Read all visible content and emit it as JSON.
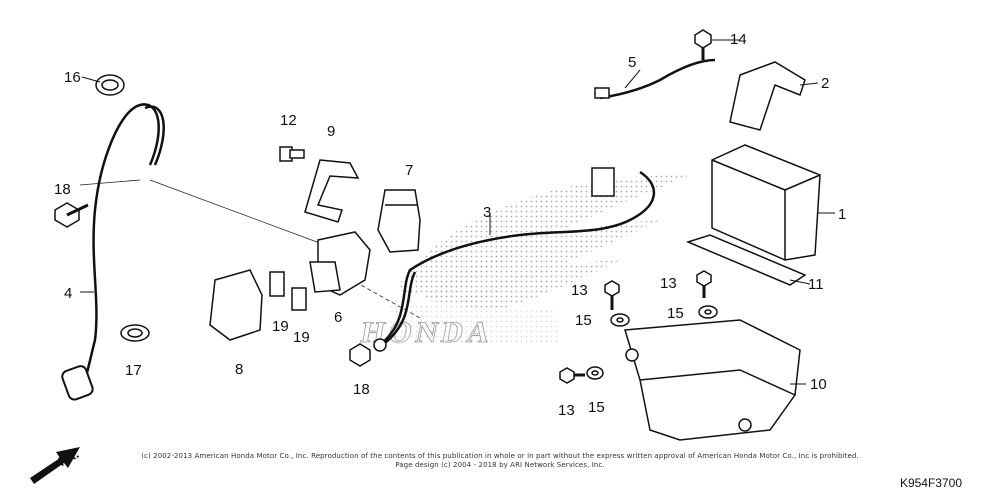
{
  "diagram": {
    "watermark": "HONDA",
    "direction_marker": "FR.",
    "figure_code": "K954F3700",
    "copyright_line1": "(c) 2002-2013 American Honda Motor Co., Inc. Reproduction of the contents of this publication in whole or in part without the express written approval of American Honda Motor Co., Inc is prohibited.",
    "copyright_line2": "Page design (c) 2004 - 2018 by ARI Network Services, Inc."
  },
  "callouts": [
    "16",
    "18",
    "4",
    "17",
    "12",
    "9",
    "7",
    "19",
    "19",
    "6",
    "8",
    "3",
    "18",
    "5",
    "14",
    "2",
    "1",
    "11",
    "13",
    "15",
    "13",
    "15",
    "13",
    "15",
    "10"
  ]
}
